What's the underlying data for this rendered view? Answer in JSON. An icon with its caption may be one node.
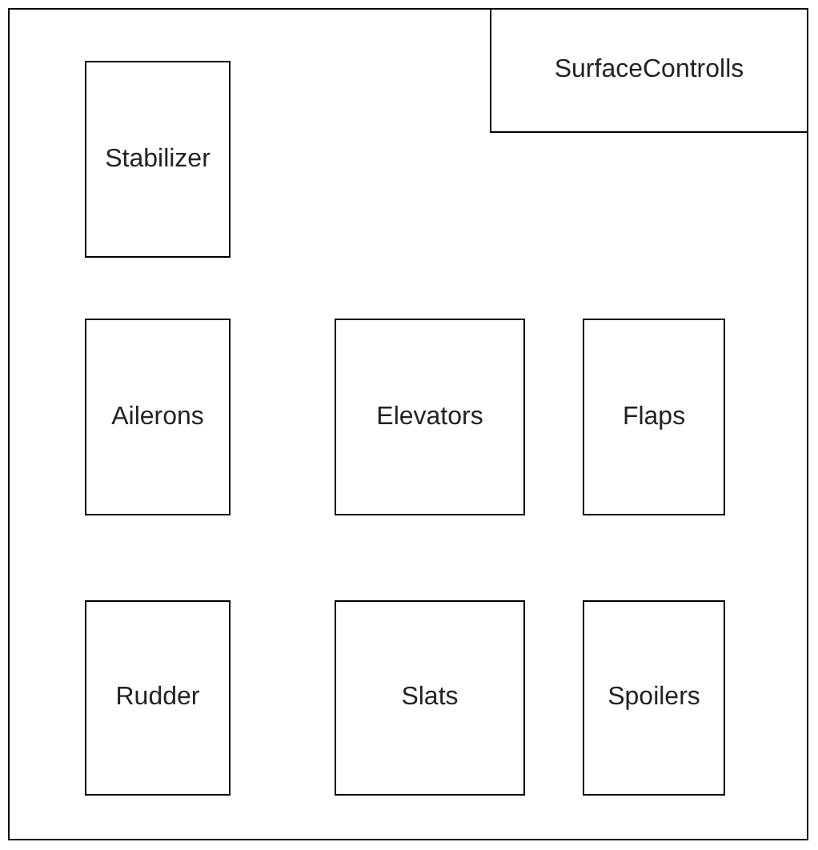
{
  "diagram": {
    "nodes": [
      {
        "text": [
          "SurfaceControlls"
        ]
      },
      {
        "text": [
          "Stabilizer"
        ],
        "in": 0
      },
      {
        "text": [
          "Ailerons"
        ],
        "in": 0
      },
      {
        "text": [
          "Elevators"
        ],
        "in": 0
      },
      {
        "text": [
          "Flaps"
        ],
        "in": 0
      },
      {
        "text": [
          "Rudder"
        ],
        "in": 0
      },
      {
        "text": [
          "Slats"
        ],
        "in": 0
      },
      {
        "text": [
          "Spoilers"
        ],
        "in": 0
      }
    ],
    "edges": []
  }
}
